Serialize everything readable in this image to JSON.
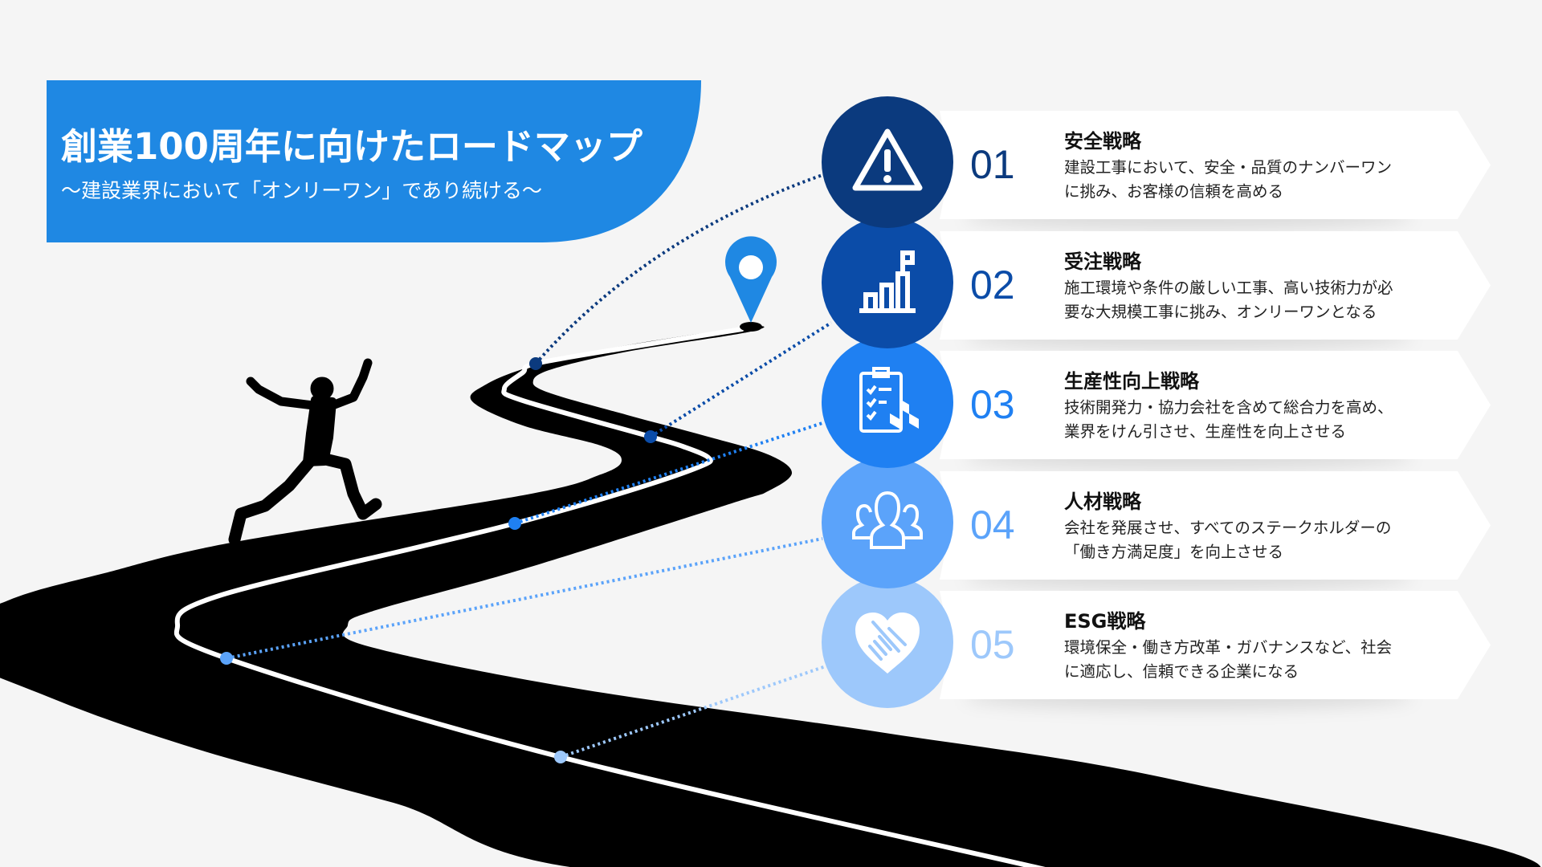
{
  "header": {
    "title": "創業100周年に向けたロードマップ",
    "subtitle": "～建設業界において「オンリーワン」であり続ける～",
    "banner_color": "#1f88e3"
  },
  "items": [
    {
      "num": "01",
      "title": "安全戦略",
      "desc": [
        "建設工事において、安全・品質のナンバーワン",
        "に挑み、お客様の信頼を高める"
      ],
      "icon": "warning-icon",
      "color": "#0b3a7e"
    },
    {
      "num": "02",
      "title": "受注戦略",
      "desc": [
        "施工環境や条件の厳しい工事、高い技術力が必",
        "要な大規模工事に挑み、オンリーワンとなる"
      ],
      "icon": "growth-chart-flag-icon",
      "color": "#0b4ca8"
    },
    {
      "num": "03",
      "title": "生産性向上戦略",
      "desc": [
        "技術開発力・協力会社を含めて総合力を高め、",
        "業界をけん引させ、生産性を向上させる"
      ],
      "icon": "clipboard-checklist-icon",
      "color": "#1f80f2"
    },
    {
      "num": "04",
      "title": "人材戦略",
      "desc": [
        "会社を発展させ、すべてのステークホルダーの",
        "「働き方満足度」を向上させる"
      ],
      "icon": "people-group-icon",
      "color": "#5ba3fa"
    },
    {
      "num": "05",
      "title": "ESG戦略",
      "desc": [
        "環境保全・働き方改革・ガバナンスなど、社会",
        "に適応し、信頼できる企業になる"
      ],
      "icon": "handshake-heart-icon",
      "color": "#9dc8fb"
    }
  ],
  "pin_color": "#1f88e3"
}
